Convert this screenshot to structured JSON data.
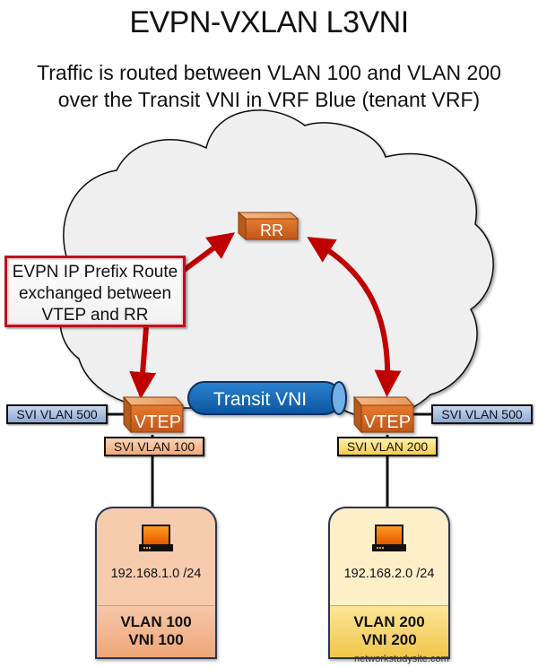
{
  "title": "EVPN-VXLAN L3VNI",
  "subtitle": {
    "line1": "Traffic is routed between VLAN 100 and VLAN 200",
    "line2": "over the Transit VNI in VRF Blue (tenant VRF)"
  },
  "route_reflector": {
    "label": "RR"
  },
  "callout": {
    "line1": "EVPN IP Prefix Route",
    "line2": "exchanged between",
    "line3": "VTEP and RR"
  },
  "transit": {
    "label": "Transit VNI"
  },
  "vteps": [
    {
      "label": "VTEP",
      "svi_l3": "SVI VLAN 500",
      "svi_l2": "SVI VLAN 100"
    },
    {
      "label": "VTEP",
      "svi_l3": "SVI VLAN 500",
      "svi_l2": "SVI VLAN 200"
    }
  ],
  "hosts": [
    {
      "subnet": "192.168.1.0 /24",
      "vlan": "VLAN 100",
      "vni": "VNI 100"
    },
    {
      "subnet": "192.168.2.0 /24",
      "vlan": "VLAN 200",
      "vni": "VNI 200"
    }
  ],
  "colors": {
    "arrow": "#c00000",
    "device_orange": "#d4661f",
    "transit_blue": "#0d62b0",
    "cloud": "#efefef"
  },
  "watermark": "networkstudysite.com"
}
